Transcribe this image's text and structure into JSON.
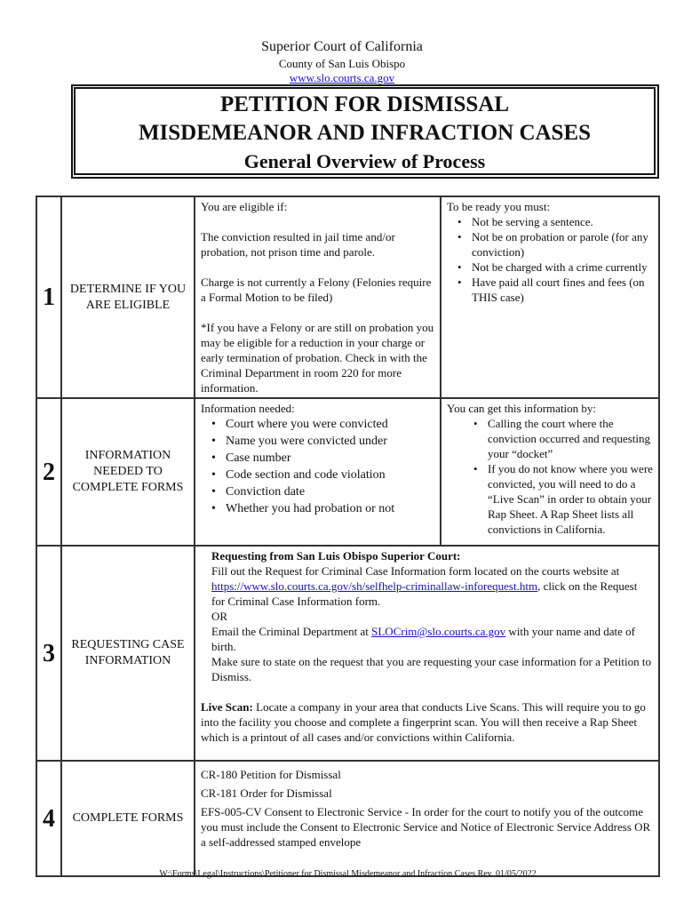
{
  "header": {
    "court": "Superior Court of California",
    "county": "County of San Luis Obispo",
    "website": "www.slo.courts.ca.gov"
  },
  "title": {
    "line1": "PETITION FOR DISMISSAL",
    "line2": "MISDEMEANOR AND INFRACTION CASES",
    "line3": "General Overview of Process"
  },
  "steps": [
    {
      "number": "1",
      "label": "DETERMINE IF YOU ARE ELIGIBLE",
      "left": {
        "intro": "You are eligible if:",
        "p1": "The conviction resulted in jail time and/or probation, not prison time and parole.",
        "p2": "Charge is not currently a Felony (Felonies require a Formal Motion to be filed)",
        "p3": "*If you have a Felony or are still on probation you may be eligible for a reduction in your charge or early termination of probation. Check in with the Criminal Department in room 220 for more information."
      },
      "right": {
        "intro": "To be ready you must:",
        "items": [
          "Not be serving a sentence.",
          "Not be on probation or parole (for any conviction)",
          "Not be charged with a crime currently",
          "Have paid all court fines and fees (on THIS case)"
        ]
      }
    },
    {
      "number": "2",
      "label": "INFORMATION NEEDED TO COMPLETE FORMS",
      "left": {
        "intro": "Information needed:",
        "items": [
          "Court where you were convicted",
          "Name you were convicted under",
          "Case number",
          "Code section and code violation",
          "Conviction date",
          "Whether you had probation or not"
        ]
      },
      "right": {
        "intro": "You can get this information by:",
        "items": [
          "Calling the court where the conviction occurred and requesting your “docket”",
          "If you do not know where you were convicted, you will need to do a “Live Scan” in order to obtain your Rap Sheet. A Rap Sheet lists all convictions in California."
        ]
      }
    },
    {
      "number": "3",
      "label": "REQUESTING CASE INFORMATION",
      "heading": "Requesting from San Luis Obispo Superior Court:",
      "t1": "Fill out the Request for Criminal Case Information form located on the courts website at ",
      "link": "https://www.slo.courts.ca.gov/sh/selfhelp-criminallaw-inforequest.htm",
      "t2": ", click on the Request for Criminal Case Information form.",
      "or": "OR",
      "t3": "Email the Criminal Department at ",
      "email": "SLOCrim@slo.courts.ca.gov",
      "t4": " with your name and date of birth.",
      "t5": "Make sure to state on the request that you are requesting your case information for a Petition to Dismiss.",
      "livescan_label": "Live Scan:",
      "livescan_text": " Locate a company in your area that conducts Live Scans. This will require you to go into the facility you choose and complete a fingerprint scan. You will then receive a Rap Sheet which is a printout of all cases and/or convictions within California."
    },
    {
      "number": "4",
      "label": "COMPLETE FORMS",
      "forms": [
        "CR-180 Petition for Dismissal",
        "CR-181 Order for Dismissal",
        "EFS-005-CV Consent to Electronic Service - In order for the court to notify you of the outcome you must include the Consent to Electronic Service and Notice of Electronic Service Address OR a self-addressed stamped envelope"
      ]
    }
  ],
  "footer": "W:\\Forms\\Legal\\Instructions\\Petitioner for Dismissal Misdemeanor and Infraction Cases Rev. 01/05/2022"
}
